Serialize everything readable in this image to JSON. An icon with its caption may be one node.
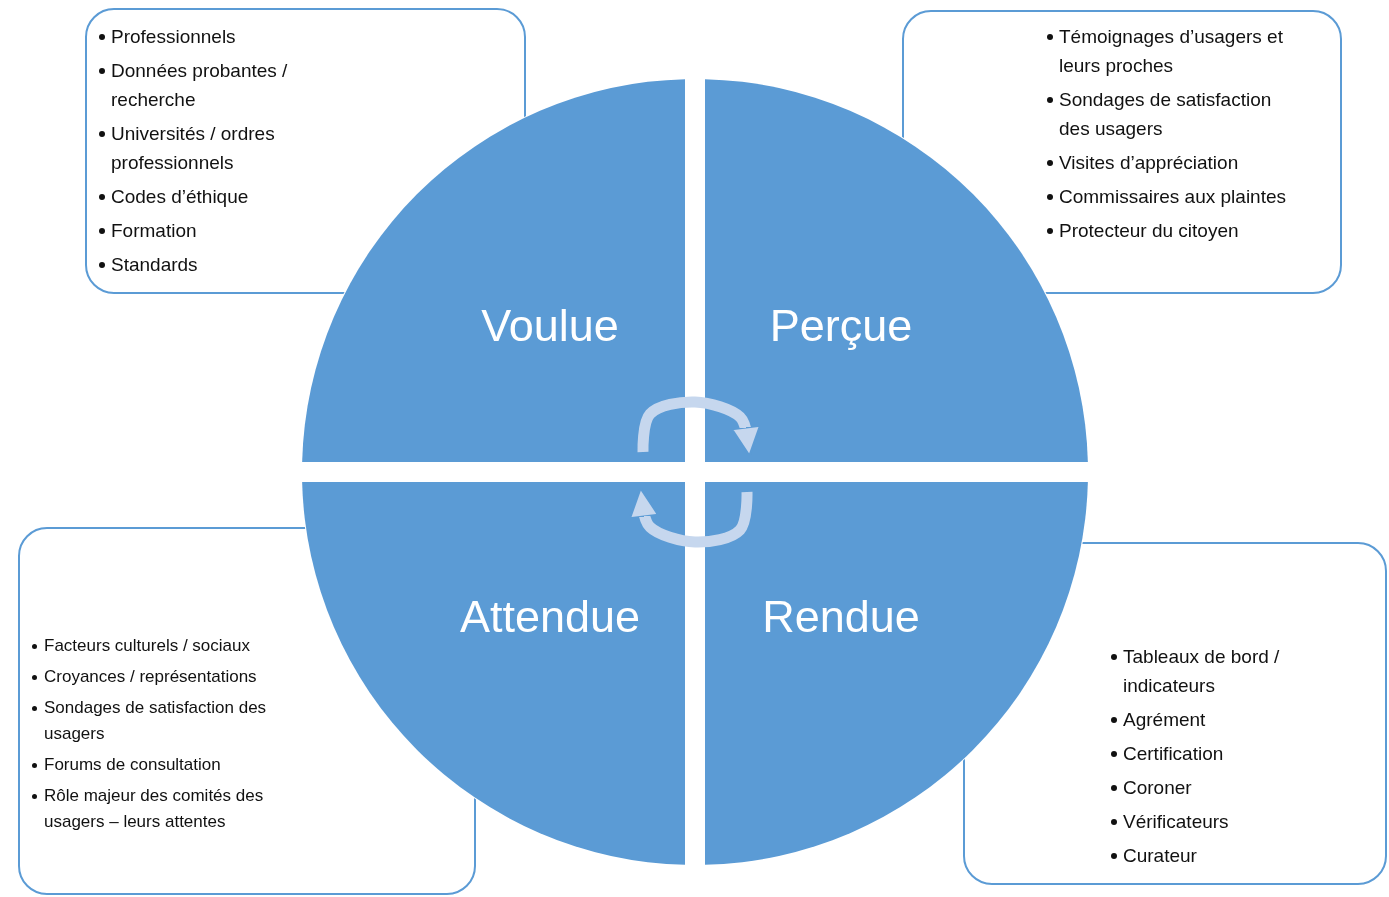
{
  "diagram": {
    "nodes": [
      {
        "text": [
          "Professionnels",
          "Données probantes / recherche",
          "Universités / ordres professionnels",
          "Codes d’éthique",
          "Formation",
          "Standards"
        ]
      },
      {
        "text": [
          "Témoignages d’usagers et leurs proches",
          "Sondages de satisfaction des usagers",
          "Visites d’appréciation",
          "Commissaires aux plaintes",
          "Protecteur du citoyen"
        ]
      },
      {
        "text": [
          "Facteurs culturels / sociaux",
          "Croyances / représentations",
          "Sondages de satisfaction des usagers",
          "Forums de consultation",
          "Rôle majeur des comités des usagers – leurs attentes"
        ]
      },
      {
        "text": [
          "Tableaux de bord / indicateurs",
          "Agrément",
          "Certification",
          "Coroner",
          "Vérificateurs",
          "Curateur"
        ]
      },
      {
        "text": [
          "Voulue"
        ]
      },
      {
        "text": [
          "Perçue"
        ]
      },
      {
        "text": [
          "Attendue"
        ]
      },
      {
        "text": [
          "Rendue"
        ]
      }
    ],
    "edges": [
      {
        "from": 4,
        "to": 5,
        "arrow": "to"
      },
      {
        "from": 7,
        "to": 6,
        "arrow": "to"
      }
    ]
  }
}
